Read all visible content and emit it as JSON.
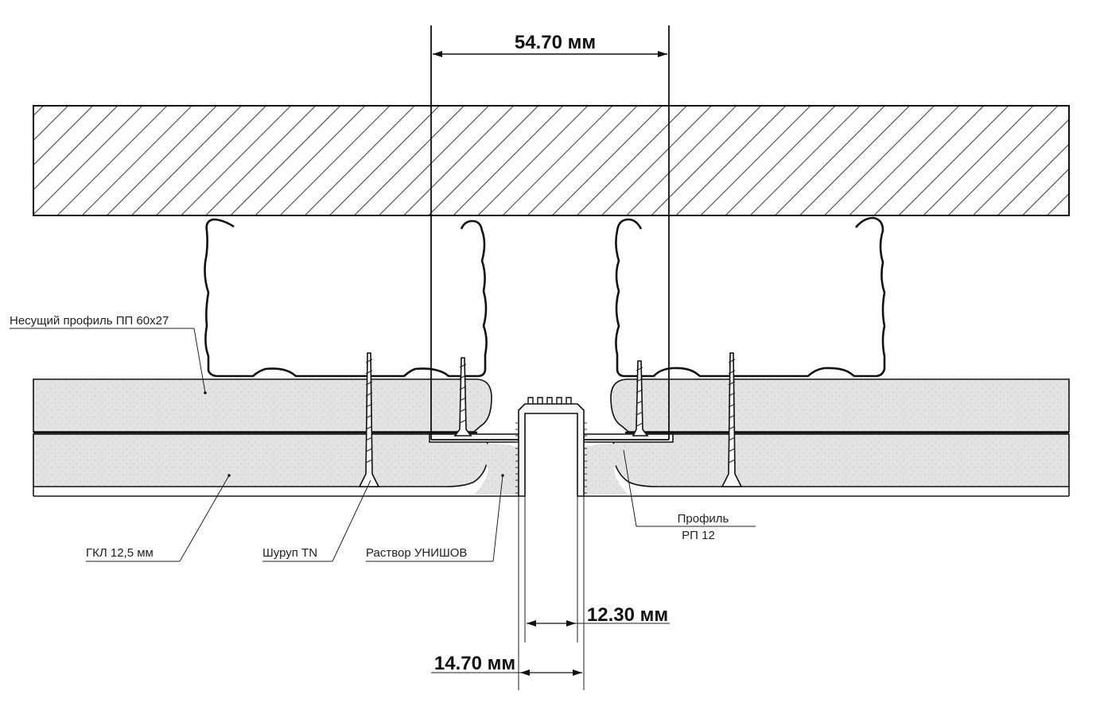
{
  "diagram": {
    "dimensions": {
      "top_width": "54.70 мм",
      "inner_width": "12.30 мм",
      "outer_width": "14.70 мм"
    },
    "labels": {
      "bearing_profile": "Несущий профиль ПП 60х27",
      "board": "ГКЛ 12,5 мм",
      "screw": "Шуруп TN",
      "mortar": "Раствор УНИШОВ",
      "profile_line1": "Профиль",
      "profile_line2": "РП 12"
    },
    "colors": {
      "board_fill": "#e4e4e4",
      "line": "#111111",
      "hatch": "#555555"
    }
  }
}
